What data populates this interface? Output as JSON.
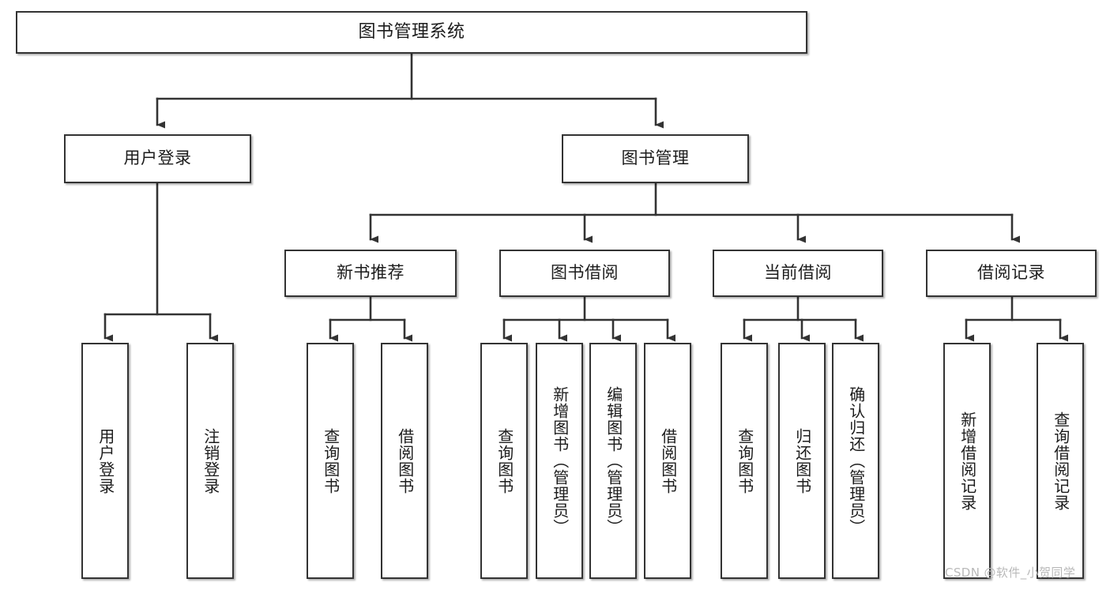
{
  "diagram": {
    "title": "图书管理系统",
    "type": "functional-structure-tree",
    "watermark": "CSDN @软件_小贺同学",
    "colors": {
      "box_border": "#333333",
      "box_fill": "#ffffff",
      "edge": "#333333",
      "text": "#1c1c1c",
      "watermark": "#b9b9b9",
      "background": "#ffffff"
    },
    "nodes": {
      "root": {
        "label": "图书管理系统"
      },
      "level2": [
        {
          "label": "用户登录"
        },
        {
          "label": "图书管理"
        }
      ],
      "level3": [
        {
          "label": "新书推荐"
        },
        {
          "label": "图书借阅"
        },
        {
          "label": "当前借阅"
        },
        {
          "label": "借阅记录"
        }
      ],
      "leaves": {
        "user_login": [
          {
            "label": "用户登录"
          },
          {
            "label": "注销登录"
          }
        ],
        "new_book_recommend": [
          {
            "label": "查询图书"
          },
          {
            "label": "借阅图书"
          }
        ],
        "book_borrow": [
          {
            "label": "查询图书"
          },
          {
            "label": "新增图书（管理员）"
          },
          {
            "label": "编辑图书（管理员）"
          },
          {
            "label": "借阅图书"
          }
        ],
        "current_borrow": [
          {
            "label": "查询图书"
          },
          {
            "label": "归还图书"
          },
          {
            "label": "确认归还（管理员）"
          }
        ],
        "borrow_record": [
          {
            "label": "新增借阅记录"
          },
          {
            "label": "查询借阅记录"
          }
        ]
      }
    }
  }
}
